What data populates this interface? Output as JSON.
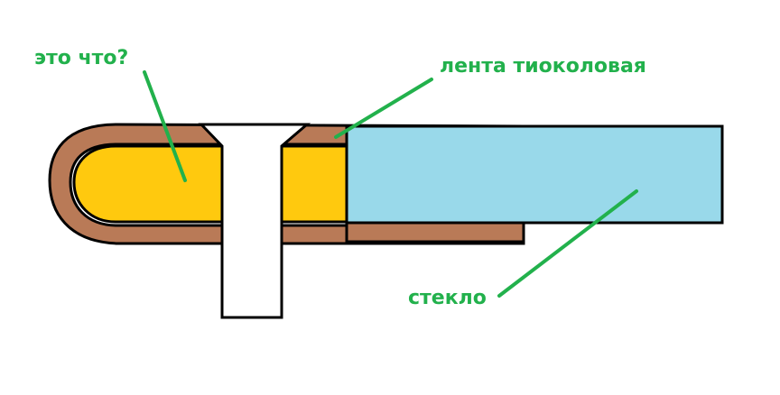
{
  "labels": {
    "what_is_it": "это что?",
    "thiokol_tape": "лента тиоколовая",
    "glass": "стекло"
  },
  "colors": {
    "tape_brown": "#B97A57",
    "filler_yellow": "#FFC90E",
    "glass_blue": "#99D9EA",
    "screw_white": "#FFFFFF",
    "annotation_green": "#22B14C",
    "outline": "#000000"
  },
  "parts": [
    {
      "id": "thiokol-tape",
      "shape": "U-shaped band wrapped around the edge"
    },
    {
      "id": "filler",
      "shape": "rounded insert inside the band"
    },
    {
      "id": "glass",
      "shape": "rectangular pane"
    },
    {
      "id": "screw",
      "shape": "countersunk screw through the band"
    }
  ]
}
